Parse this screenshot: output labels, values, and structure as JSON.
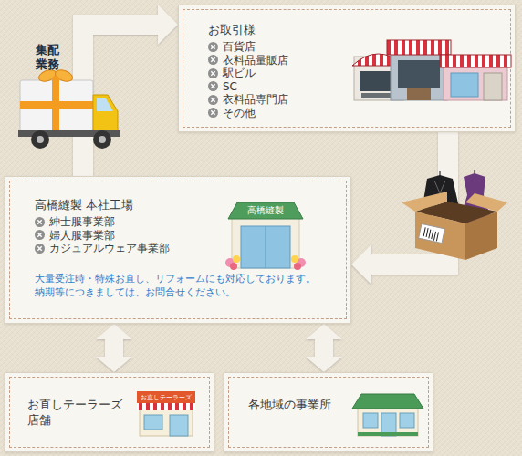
{
  "diagram": {
    "nodes": [
      {
        "text": [
          "お取引様",
          "百貨店",
          "衣料品量販店",
          "駅ビル",
          "SC",
          "衣料品専門店",
          "その他"
        ]
      },
      {
        "text": [
          "高橋縫製 本社工場",
          "紳士服事業部",
          "婦人服事業部",
          "カジュアルウェア事業部",
          "大量受注時・特殊お直し、リフォームにも対応しております。 納期等につきましては、お問合せください。"
        ]
      },
      {
        "text": [
          "お直しテーラーズ 店舗"
        ]
      },
      {
        "text": [
          "各地域の事業所"
        ]
      }
    ],
    "edges": [
      {
        "from": 1,
        "to": 0,
        "arrow": "to",
        "label": "集配業務"
      },
      {
        "from": 0,
        "to": 1,
        "arrow": "to"
      },
      {
        "from": 1,
        "to": 2,
        "arrow": "both"
      },
      {
        "from": 1,
        "to": 3,
        "arrow": "both"
      }
    ],
    "labels": [
      "高橋縫製",
      "お直しテーラーズ"
    ]
  }
}
